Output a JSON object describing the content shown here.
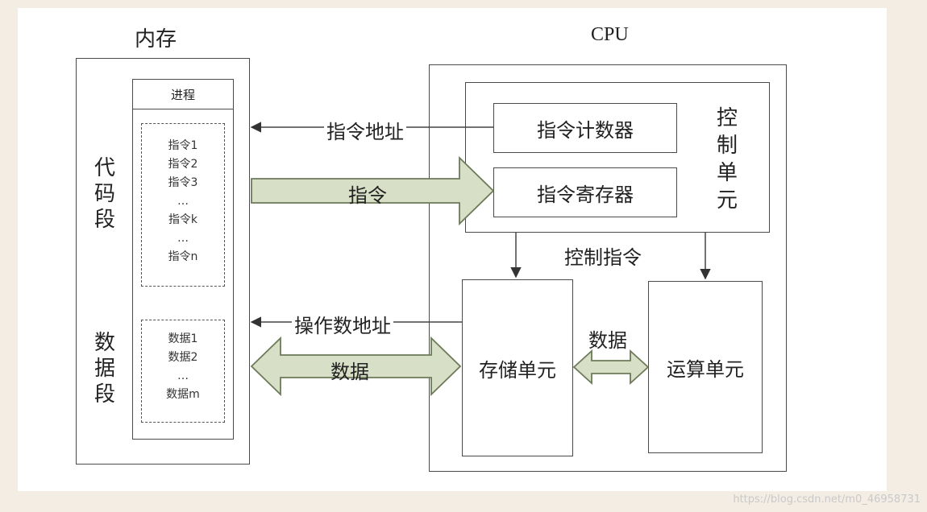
{
  "memory": {
    "title": "内存",
    "process_label": "进程",
    "code_segment_label": "代码段",
    "data_segment_label": "数据段",
    "instructions": [
      "指令1",
      "指令2",
      "指令3",
      "…",
      "指令k",
      "…",
      "指令n"
    ],
    "data_items": [
      "数据1",
      "数据2",
      "…",
      "数据m"
    ]
  },
  "cpu": {
    "title": "CPU",
    "control_unit_label": "控制单元",
    "program_counter": "指令计数器",
    "instruction_register": "指令寄存器",
    "storage_unit": "存储单元",
    "alu": "运算单元"
  },
  "arrows": {
    "instruction_address": "指令地址",
    "instruction": "指令",
    "control_instruction": "控制指令",
    "operand_address": "操作数地址",
    "data_bus": "数据",
    "data_internal": "数据"
  },
  "watermark": "https://blog.csdn.net/m0_46958731",
  "colors": {
    "arrow_fill": "#d8dfc7",
    "arrow_stroke": "#6c7a58",
    "line": "#4a4a4a"
  }
}
